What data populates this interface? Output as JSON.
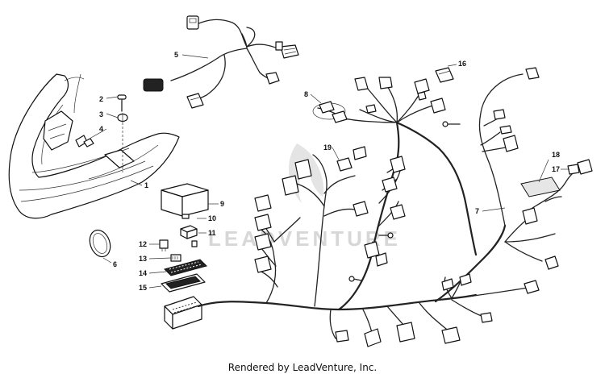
{
  "watermark": "LEADVENTURE",
  "credit": "Rendered by LeadVenture, Inc.",
  "callouts": [
    "1",
    "2",
    "3",
    "4",
    "5",
    "6",
    "7",
    "8",
    "9",
    "10",
    "11",
    "12",
    "13",
    "14",
    "15",
    "16",
    "17",
    "18",
    "19"
  ]
}
